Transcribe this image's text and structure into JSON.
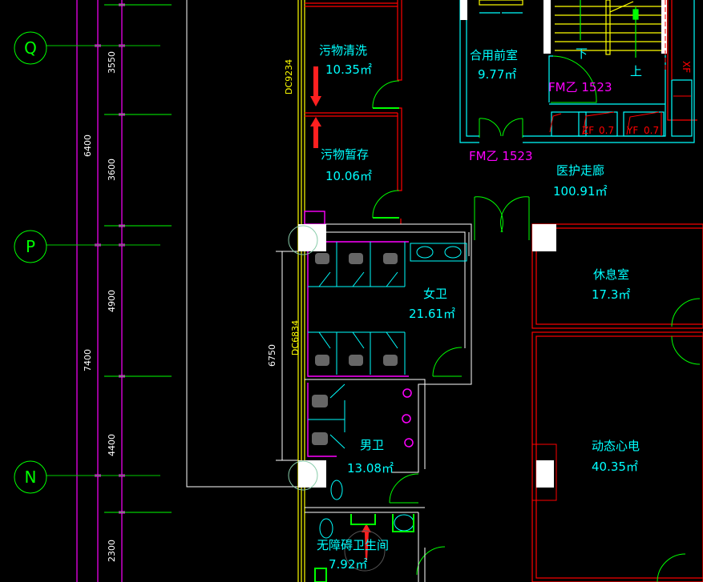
{
  "axes": [
    "Q",
    "P",
    "N"
  ],
  "dimensions": {
    "d1": "3550",
    "d2": "3600",
    "d3": "4900",
    "d4": "4400",
    "d5": "2300",
    "t1": "6400",
    "t2": "7400",
    "inner": "6750"
  },
  "wall_tags": {
    "upper": "DC9234",
    "lower": "DC6834"
  },
  "rooms": {
    "dirty_wash": {
      "name": "污物清洗",
      "area": "10.35㎡"
    },
    "dirty_store": {
      "name": "污物暂存",
      "area": "10.06㎡"
    },
    "lobby": {
      "name": "合用前室",
      "area": "9.77㎡"
    },
    "corridor": {
      "name": "医护走廊",
      "area": "100.91㎡"
    },
    "rest": {
      "name": "休息室",
      "area": "17.3㎡"
    },
    "female_wc": {
      "name": "女卫",
      "area": "21.61㎡"
    },
    "male_wc": {
      "name": "男卫",
      "area": "13.08㎡"
    },
    "accessible_wc": {
      "name": "无障碍卫生间",
      "area": "7.92㎡"
    },
    "holter": {
      "name": "动态心电",
      "area": "40.35㎡"
    }
  },
  "stairs": {
    "down": "下",
    "up": "上"
  },
  "doors": {
    "door1": "FM乙 1523",
    "door2": "FM乙 1523"
  },
  "shafts": {
    "zf": "ZF",
    "zf_val": "0.7",
    "yf": "YF",
    "yf_val": "0.7",
    "xf": "XF"
  },
  "colors": {
    "wall": "#ff0000",
    "cyan": "#00ffff",
    "magenta": "#ff00ff",
    "green": "#00ff00",
    "yellow": "#ffff00"
  }
}
